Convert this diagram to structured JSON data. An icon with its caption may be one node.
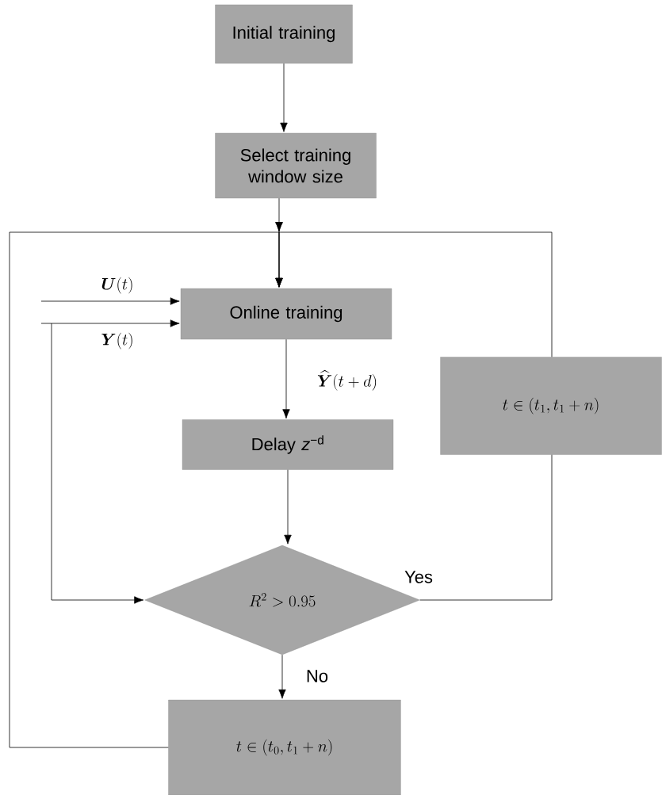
{
  "diagram": {
    "nodes": [
      {
        "text": [
          "Initial training"
        ]
      },
      {
        "text": [
          "Select training window size"
        ]
      },
      {
        "text": [
          "Online training"
        ]
      },
      {
        "text": [
          "Delay *z*$^{−d}$"
        ]
      },
      {
        "text": [
          "R^2 > 0.95"
        ]
      },
      {
        "text": [
          "t \\in (t_1, t_1 + n)"
        ]
      },
      {
        "text": [
          "t \\in (t_0, t_1 + n)"
        ]
      }
    ],
    "edges": [
      {
        "from": 0,
        "to": 1,
        "arrow": "to"
      },
      {
        "from": 1,
        "to": 2,
        "arrow": "to"
      },
      {
        "from": null,
        "to": 2,
        "arrow": "to",
        "label": "\\boldsymbol{U}(t)"
      },
      {
        "from": null,
        "to": 2,
        "arrow": "to",
        "label": "\\boldsymbol{Y}(t)"
      },
      {
        "from": null,
        "to": 4,
        "arrow": "to"
      },
      {
        "from": 2,
        "to": 3,
        "arrow": "to",
        "label": "\\widehat{\\boldsymbol{Y}}(t + d)"
      },
      {
        "from": 3,
        "to": 4,
        "arrow": "to"
      },
      {
        "from": 4,
        "to": 5,
        "arrow": "none",
        "label": "Yes"
      },
      {
        "from": 5,
        "to": 2,
        "arrow": "to"
      },
      {
        "from": 4,
        "to": 6,
        "arrow": "to",
        "label": "No"
      },
      {
        "from": 6,
        "to": 2,
        "arrow": "to"
      }
    ]
  }
}
